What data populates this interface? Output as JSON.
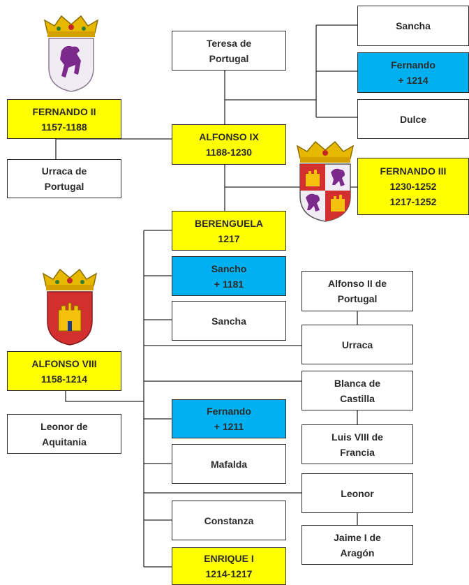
{
  "colors": {
    "monarch": "#ffff00",
    "died_young": "#00b0f0",
    "plain": "#ffffff",
    "line": "#2b2b2b"
  },
  "icons": {
    "leon_arms": "crowned purple lion shield",
    "castile_arms": "crowned red castle shield",
    "castile_leon_arms": "crowned quartered castle and lion shield"
  },
  "people": {
    "sancha_top": "Sancha",
    "teresa_de_portugal": "Teresa de\nPortugal",
    "fernando_1214": "Fernando\n+ 1214",
    "fernando_ii": "FERNANDO II\n1157-1188",
    "dulce": "Dulce",
    "alfonso_ix": "ALFONSO IX\n1188-1230",
    "urraca_de_portugal": "Urraca de\nPortugal",
    "fernando_iii": "FERNANDO III\n1230-1252\n1217-1252",
    "berenguela": "BERENGUELA\n1217",
    "sancho_1181": "Sancho\n+ 1181",
    "alfonso_ii_de_portugal": "Alfonso II de\nPortugal",
    "sancha_mid": "Sancha",
    "urraca": "Urraca",
    "alfonso_viii": "ALFONSO VIII\n1158-1214",
    "blanca_de_castilla": "Blanca de\nCastilla",
    "fernando_1211": "Fernando\n+ 1211",
    "leonor_de_aquitania": "Leonor de\nAquitania",
    "luis_viii_de_francia": "Luis VIII de\nFrancia",
    "mafalda": "Mafalda",
    "leonor": "Leonor",
    "constanza": "Constanza",
    "jaime_i_de_aragon": "Jaime I de\nAragón",
    "enrique_i": "ENRIQUE I\n1214-1217"
  }
}
